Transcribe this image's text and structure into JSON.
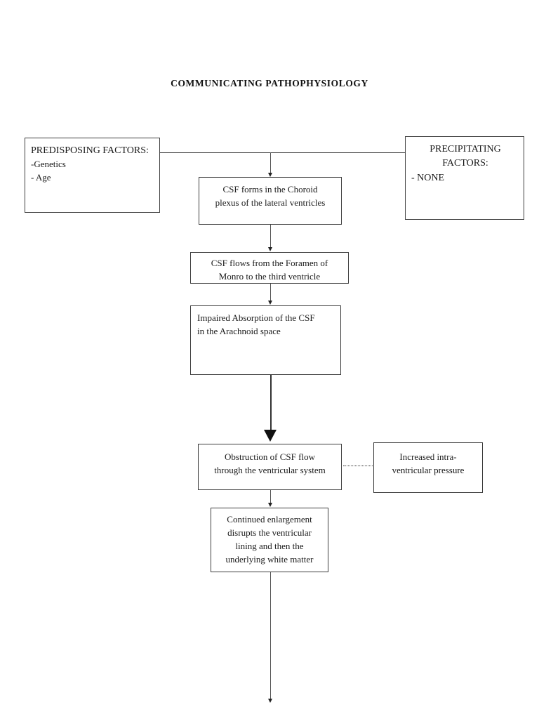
{
  "title": "COMMUNICATING PATHOPHYSIOLOGY",
  "nodes": {
    "predisposing": {
      "heading": "PREDISPOSING FACTORS:",
      "items": "-Genetics\n- Age"
    },
    "precipitating": {
      "heading": "PRECIPITATING\nFACTORS:",
      "items": "- NONE"
    },
    "csf_forms": "CSF forms in the Choroid\nplexus of the lateral ventricles",
    "csf_flows": "CSF flows from the Foramen of\nMonro to the third ventricle",
    "impaired_absorption": "Impaired Absorption of the CSF\nin the Arachnoid space",
    "obstruction": "Obstruction of CSF flow\nthrough the ventricular system",
    "increased_pressure": "Increased intra-\nventricular pressure",
    "continued_enlargement": "Continued enlargement\ndisrupts the ventricular\nlining and then the\nunderlying white matter"
  },
  "colors": {
    "box_border": "#3d3d3d",
    "connector": "#555555",
    "arrow": "#222222",
    "background": "#ffffff",
    "text": "#1a1a1a"
  },
  "chart_data": {
    "type": "diagram",
    "title": "COMMUNICATING PATHOPHYSIOLOGY",
    "diagram_kind": "flowchart",
    "orientation": "top-to-bottom",
    "nodes": [
      {
        "id": "predisposing",
        "label": "PREDISPOSING FACTORS: -Genetics, - Age",
        "shape": "rectangle"
      },
      {
        "id": "precipitating",
        "label": "PRECIPITATING FACTORS: - NONE",
        "shape": "rectangle"
      },
      {
        "id": "csf_forms",
        "label": "CSF forms in the Choroid plexus of the lateral ventricles",
        "shape": "rectangle"
      },
      {
        "id": "csf_flows",
        "label": "CSF flows from the Foramen of Monro to the third ventricle",
        "shape": "rectangle"
      },
      {
        "id": "impaired_absorption",
        "label": "Impaired Absorption of the CSF in the Arachnoid space",
        "shape": "rectangle"
      },
      {
        "id": "obstruction",
        "label": "Obstruction of CSF flow through the ventricular system",
        "shape": "rectangle"
      },
      {
        "id": "increased_pressure",
        "label": "Increased intra-ventricular pressure",
        "shape": "rectangle"
      },
      {
        "id": "continued_enlargement",
        "label": "Continued enlargement disrupts the ventricular lining and then the underlying white matter",
        "shape": "rectangle"
      }
    ],
    "edges": [
      {
        "from": "predisposing",
        "to": "csf_forms",
        "style": "solid",
        "arrow": true
      },
      {
        "from": "precipitating",
        "to": "csf_forms",
        "style": "solid",
        "arrow": true
      },
      {
        "from": "csf_forms",
        "to": "csf_flows",
        "style": "solid",
        "arrow": true
      },
      {
        "from": "csf_flows",
        "to": "impaired_absorption",
        "style": "solid",
        "arrow": true
      },
      {
        "from": "impaired_absorption",
        "to": "obstruction",
        "style": "solid-thick",
        "arrow": true
      },
      {
        "from": "obstruction",
        "to": "increased_pressure",
        "style": "dotted",
        "arrow": false
      },
      {
        "from": "obstruction",
        "to": "continued_enlargement",
        "style": "solid",
        "arrow": true
      },
      {
        "from": "continued_enlargement",
        "to": null,
        "style": "solid",
        "arrow": true
      }
    ]
  }
}
